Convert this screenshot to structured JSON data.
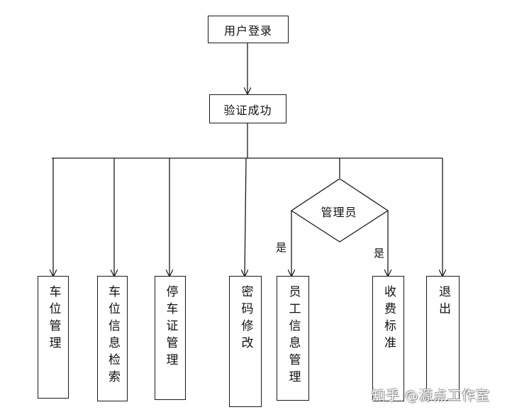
{
  "nodes": {
    "login": "用户登录",
    "verify": "验证成功",
    "admin_decision": "管理员",
    "parking_space_mgmt": "车位管理",
    "parking_space_search": "车位信息检索",
    "parking_permit_mgmt": "停车证管理",
    "password_change": "密码修改",
    "employee_info_mgmt": "员工信息管理",
    "fee_standard": "收费标准",
    "logout": "退出"
  },
  "edge_labels": {
    "yes_left": "是",
    "yes_right": "是"
  },
  "watermark": "知乎 @源点工作室",
  "colors": {
    "line": "#1a1a1a",
    "background": "#ffffff"
  }
}
